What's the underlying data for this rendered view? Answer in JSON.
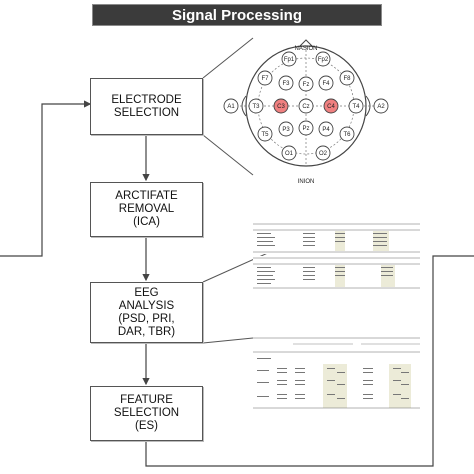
{
  "header": {
    "title": "Signal Processing"
  },
  "pipeline": {
    "electrode_selection": [
      "ELECTRODE",
      "SELECTION"
    ],
    "artifact_removal": [
      "ARCTIFATE",
      "REMOVAL",
      "(ICA)"
    ],
    "eeg_analysis": [
      "EEG",
      "ANALYSIS",
      "(PSD, PRI,",
      "DAR, TBR)"
    ],
    "feature_selection": [
      "FEATURE",
      "SELECTION",
      "(ES)"
    ]
  },
  "head_map": {
    "nasion": "NASION",
    "inion": "INION",
    "electrodes": [
      "Fp1",
      "Fp2",
      "F7",
      "F3",
      "Fz",
      "F4",
      "F8",
      "A1",
      "T3",
      "C3",
      "Cz",
      "C4",
      "T4",
      "A2",
      "T5",
      "P3",
      "Pz",
      "P4",
      "T6",
      "O1",
      "O2"
    ],
    "highlighted": [
      "C3",
      "C4"
    ],
    "highlight_color": "#f08080"
  }
}
